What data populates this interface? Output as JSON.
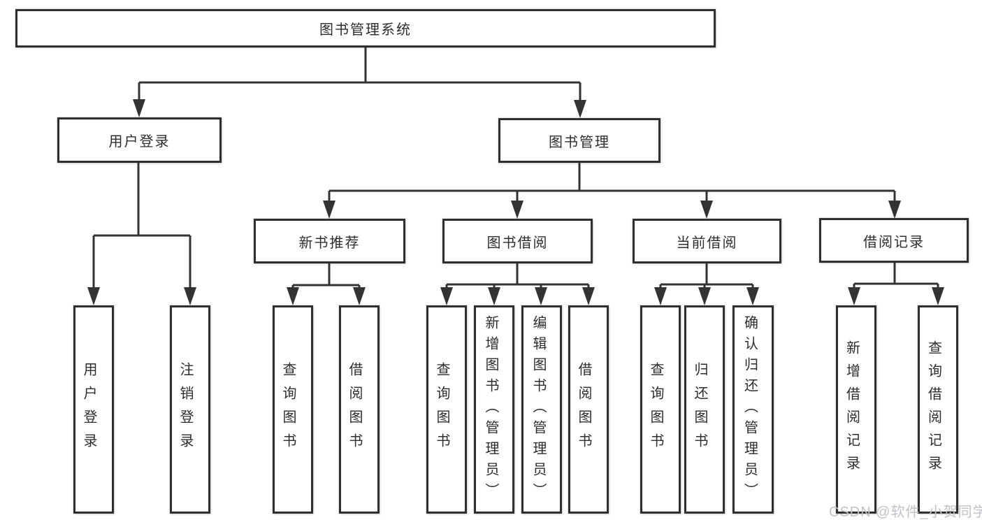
{
  "nodes": {
    "root": "图书管理系统",
    "user_login": "用户登录",
    "book_mgmt": "图书管理",
    "new_books": "新书推荐",
    "book_borrowing": "图书借阅",
    "current_borrowing": "当前借阅",
    "borrowing_records": "借阅记录",
    "leaf_user_login": "用户登录",
    "leaf_logout": "注销登录",
    "leaf_nb_query": "查询图书",
    "leaf_nb_borrow": "借阅图书",
    "leaf_bb_query": "查询图书",
    "leaf_bb_add": "新增图书（管理员）",
    "leaf_bb_edit": "编辑图书（管理员）",
    "leaf_bb_borrow": "借阅图书",
    "leaf_cb_query": "查询图书",
    "leaf_cb_return": "归还图书",
    "leaf_cb_confirm": "确认归还（管理员）",
    "leaf_br_add": "新增借阅记录",
    "leaf_br_query": "查询借阅记录"
  },
  "watermark": "CSDN @软件_小贺同学",
  "colors": {
    "line": "#333333",
    "border": "#2f2f2f",
    "text": "#2d2d2d",
    "watermark": "#bfc3c8",
    "background": "#ffffff"
  }
}
